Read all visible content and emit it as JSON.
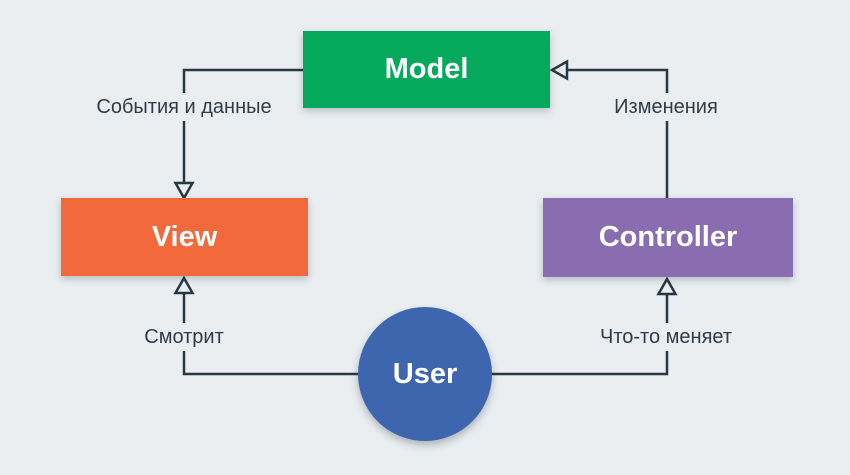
{
  "diagram": {
    "type": "mvc-pattern-flowchart",
    "nodes": {
      "model": {
        "label": "Model",
        "color": "#04a95c",
        "shape": "rectangle"
      },
      "view": {
        "label": "View",
        "color": "#f2693c",
        "shape": "rectangle"
      },
      "controller": {
        "label": "Controller",
        "color": "#8a6cb0",
        "shape": "rectangle"
      },
      "user": {
        "label": "User",
        "color": "#3e66ae",
        "shape": "circle"
      }
    },
    "edges": {
      "model_to_view": {
        "label": "События и данные",
        "from": "Model",
        "to": "View",
        "arrow": "open-triangle"
      },
      "controller_to_model": {
        "label": "Изменения",
        "from": "Controller",
        "to": "Model",
        "arrow": "open-triangle"
      },
      "user_to_view": {
        "label": "Смотрит",
        "from": "User",
        "to": "View",
        "arrow": "open-triangle"
      },
      "user_to_controller": {
        "label": "Что-то меняет",
        "from": "User",
        "to": "Controller",
        "arrow": "open-triangle"
      }
    },
    "colors": {
      "background": "#eaeef1",
      "line": "#253844",
      "label_text": "#303c45",
      "node_text": "#ffffff"
    }
  }
}
